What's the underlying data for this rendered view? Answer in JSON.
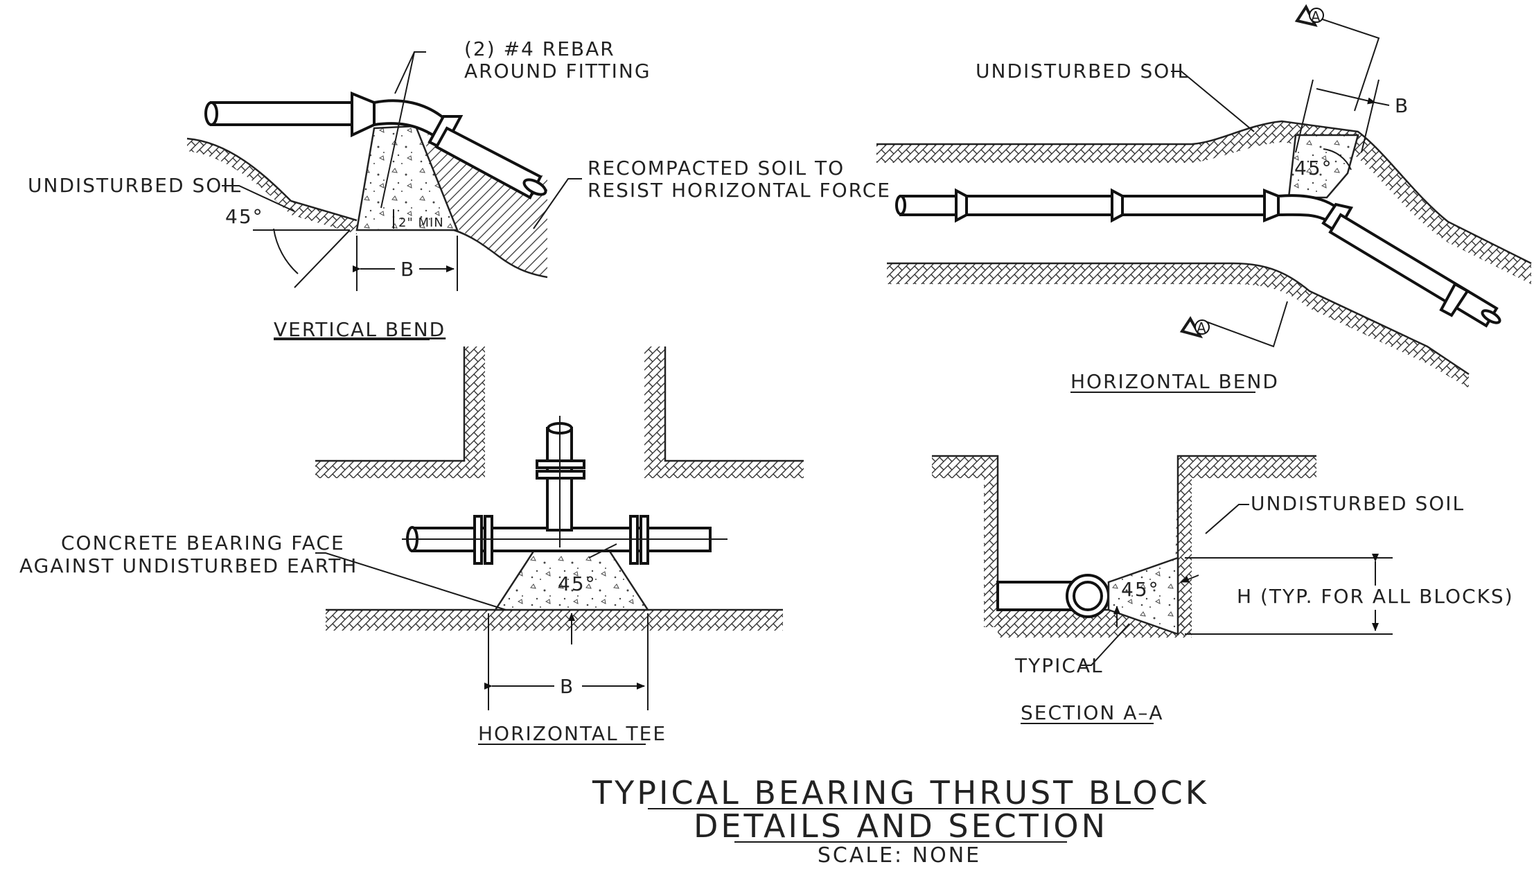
{
  "diagram": {
    "title_line1": "TYPICAL BEARING THRUST BLOCK",
    "title_line2": "DETAILS AND SECTION",
    "scale": "SCALE: NONE",
    "vertical_bend": {
      "caption": "VERTICAL BEND",
      "rebar_line1": "(2) #4 REBAR",
      "rebar_line2": "AROUND FITTING",
      "soil_label": "UNDISTURBED SOIL",
      "recompacted_line1": "RECOMPACTED SOIL TO",
      "recompacted_line2": "RESIST HORIZONTAL FORCE",
      "angle": "45°",
      "min_clearance": "2\" MIN",
      "dim_b": "B"
    },
    "horizontal_bend": {
      "caption": "HORIZONTAL BEND",
      "soil_label": "UNDISTURBED SOIL",
      "angle": "45°",
      "dim_b": "B",
      "section_marker": "A"
    },
    "horizontal_tee": {
      "caption": "HORIZONTAL TEE",
      "face_line1": "CONCRETE BEARING FACE",
      "face_line2": "AGAINST UNDISTURBED EARTH",
      "angle": "45°",
      "dim_b": "B"
    },
    "section_a_a": {
      "caption": "SECTION A–A",
      "soil_label": "UNDISTURBED SOIL",
      "typical": "TYPICAL",
      "height_note": "H (TYP. FOR ALL BLOCKS)",
      "angle": "45°"
    }
  }
}
